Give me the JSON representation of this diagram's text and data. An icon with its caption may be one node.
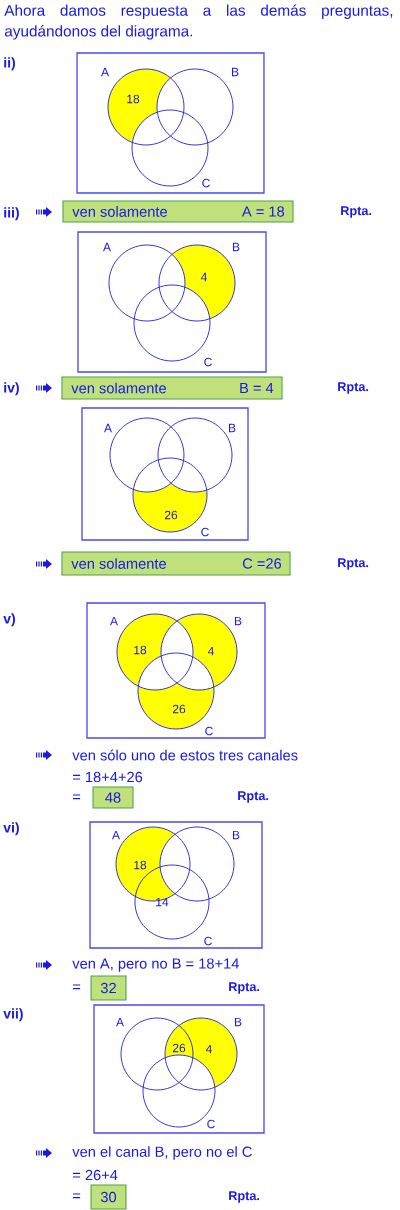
{
  "diagram": {
    "nodes": [
      {
        "text": [
          "A",
          "B",
          "18",
          "C"
        ]
      },
      {
        "text": [
          "ven solamente",
          "A = 18"
        ]
      },
      {
        "text": [
          "A",
          "B",
          "4",
          "C"
        ]
      },
      {
        "text": [
          "ven solamente",
          "B = 4"
        ]
      },
      {
        "text": [
          "A",
          "B",
          "26",
          "C"
        ]
      },
      {
        "text": [
          "ven solamente",
          "C =26"
        ]
      },
      {
        "text": [
          "A",
          "B",
          "18",
          "4",
          "26",
          "C"
        ]
      },
      {
        "text": [
          "48"
        ]
      },
      {
        "text": [
          "A",
          "B",
          "18",
          "14",
          "C"
        ]
      },
      {
        "text": [
          "32"
        ]
      },
      {
        "text": [
          "A",
          "B",
          "26",
          "4",
          "C"
        ]
      },
      {
        "text": [
          "30"
        ]
      }
    ],
    "labels": [
      "Ahora damos respuesta a las demás preguntas, ayudándonos del diagrama.",
      "ii)",
      "Rpta.",
      "iii)",
      "Rpta.",
      "iv)",
      "Rpta.",
      "v)",
      "ven sólo uno de estos tres canales",
      "= 18+4+26",
      "=",
      "Rpta.",
      "vi)",
      "ven A, pero no B = 18+14",
      "=",
      "Rpta.",
      "vii)",
      "ven el canal B, pero no el C",
      "= 26+4",
      "=",
      "Rpta."
    ]
  }
}
